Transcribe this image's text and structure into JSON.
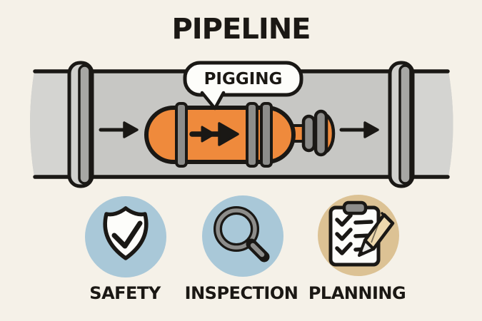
{
  "title": "PIPELINE",
  "speech_bubble": {
    "label": "PIGGING"
  },
  "pipe": {
    "flow_direction": "right",
    "device": "pig-scraper"
  },
  "features": [
    {
      "label": "SAFETY",
      "icon": "shield-check-icon",
      "circle_color": "#a9c8d8"
    },
    {
      "label": "INSPECTION",
      "icon": "magnifier-icon",
      "circle_color": "#a9c8d8"
    },
    {
      "label": "PLANNING",
      "icon": "clipboard-pencil-icon",
      "circle_color": "#dcc294"
    }
  ],
  "colors": {
    "background": "#f5f1e8",
    "outline": "#1a1815",
    "pipe_gray": "#c7c7c4",
    "pipe_end_gray": "#d4d4d1",
    "flange_light": "#d0d0cd",
    "flange_dark": "#a7a7a4",
    "strap_gray": "#8d8d8b",
    "pig_orange": "#ef8a3c",
    "icon_white": "#fdfdfa",
    "pencil_tan": "#eed9ae"
  }
}
